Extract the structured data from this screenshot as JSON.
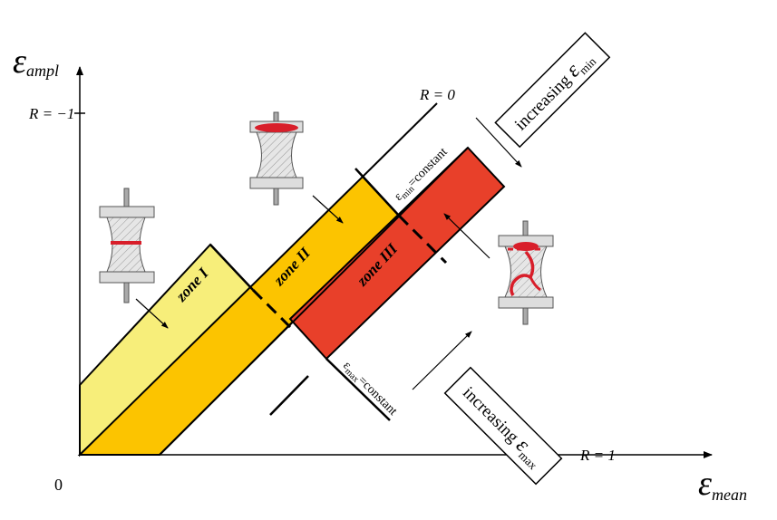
{
  "axes": {
    "y_symbol": "ε",
    "y_subscript": "ampl",
    "x_symbol": "ε",
    "x_subscript": "mean",
    "origin": "0"
  },
  "ratios": {
    "r_minus1": "R = −1",
    "r_zero": "R = 0",
    "r_one": "R = 1"
  },
  "zones": {
    "zone1": "zone I",
    "zone2": "zone II",
    "zone3": "zone III"
  },
  "boundaries": {
    "emin_prefix": "ε",
    "emin_sub": "min",
    "emin_suffix": "=constant",
    "emax_prefix": "ε",
    "emax_sub": "max",
    "emax_suffix": "=constant"
  },
  "boxes": {
    "inc_min_text": "increasing ",
    "inc_min_symbol": "ε",
    "inc_min_sub": "min",
    "inc_max_text": "increasing ",
    "inc_max_symbol": "ε",
    "inc_max_sub": "max"
  },
  "colors": {
    "zone1": "#f7ee7a",
    "zone2": "#fcc400",
    "zone3": "#e8402a",
    "crack": "#d81e2a"
  }
}
